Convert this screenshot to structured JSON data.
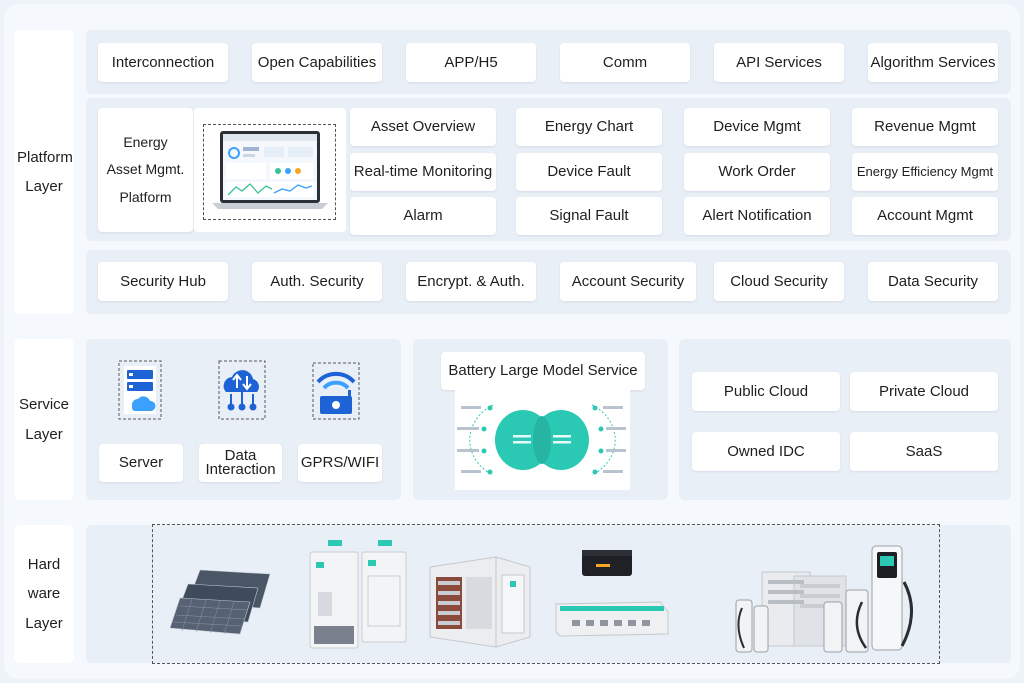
{
  "layers": {
    "platform": "Platform Layer",
    "service": "Service Layer",
    "hardware": "Hard ware Layer"
  },
  "platform": {
    "top_row": [
      "Interconnection",
      "Open Capabilities",
      "APP/H5",
      "Comm",
      "API Services",
      "Algorithm Services"
    ],
    "asset_platform_title": "Energy Asset Mgmt. Platform",
    "modules": [
      [
        "Asset Overview",
        "Energy Chart",
        "Device Mgmt",
        "Revenue Mgmt"
      ],
      [
        "Real-time Monitoring",
        "Device Fault",
        "Work Order",
        "Energy Efficiency Mgmt"
      ],
      [
        "Alarm",
        "Signal Fault",
        "Alert Notification",
        "Account Mgmt"
      ]
    ],
    "security_row": [
      "Security Hub",
      "Auth. Security",
      "Encrypt. & Auth.",
      "Account Security",
      "Cloud Security",
      "Data Security"
    ]
  },
  "service": {
    "items": [
      "Server",
      "Data Interaction",
      "GPRS/WIFI"
    ],
    "battery_model_title": "Battery Large Model Service",
    "deploy": [
      "Public Cloud",
      "Private Cloud",
      "Owned IDC",
      "SaaS"
    ]
  },
  "colors": {
    "accent_blue": "#1e63d6",
    "teal": "#2bc9b4",
    "panel_bg": "#e9eff6",
    "page_bg": "#eef3f9"
  },
  "icons": [
    "server-icon",
    "cloud-data-icon",
    "wifi-router-icon"
  ]
}
